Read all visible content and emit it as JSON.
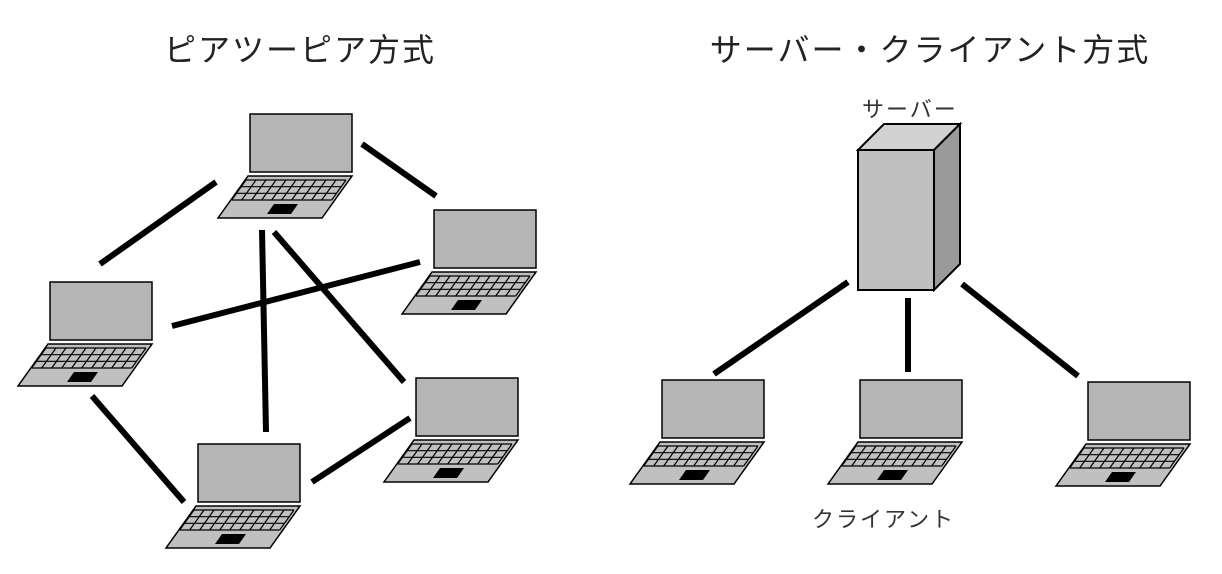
{
  "peer_to_peer": {
    "title": "ピアツーピア方式",
    "laptop_count": 5
  },
  "client_server": {
    "title": "サーバー・クライアント方式",
    "server_label": "サーバー",
    "client_label": "クライアント",
    "client_count": 3
  },
  "colors": {
    "device_fill": "#c0c0c0",
    "device_side": "#9a9a9a",
    "device_stroke": "#000000",
    "screen_fill": "#b5b5b5",
    "link": "#000000",
    "touchpad": "#000000"
  }
}
